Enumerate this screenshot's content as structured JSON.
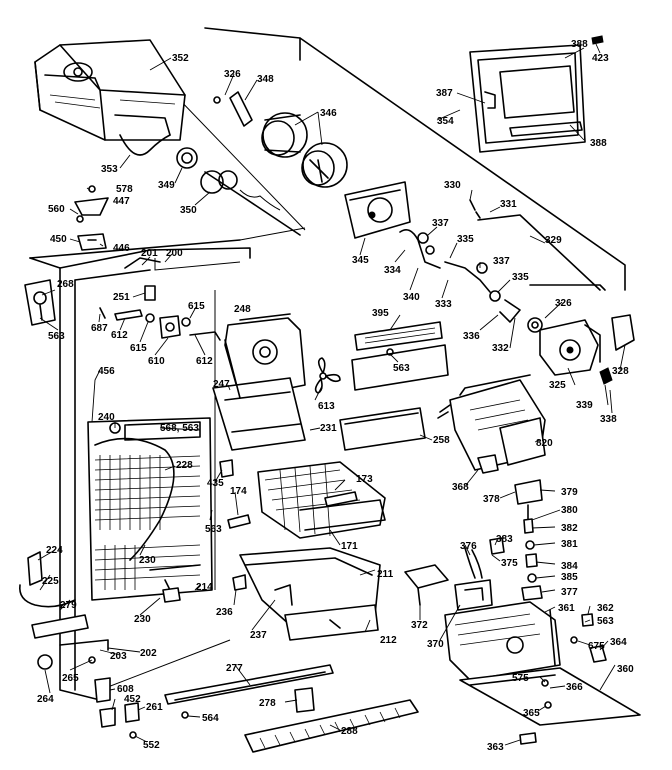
{
  "labels": {
    "l352": "352",
    "l326": "326",
    "l348": "348",
    "l346": "346",
    "l387": "387",
    "l388a": "388",
    "l423": "423",
    "l354": "354",
    "l388b": "388",
    "l353": "353",
    "l349": "349",
    "l350": "350",
    "l578": "578",
    "l447": "447",
    "l560": "560",
    "l450": "450",
    "l446": "446",
    "l201": "201",
    "l200": "200",
    "l345": "345",
    "l330": "330",
    "l331": "331",
    "l337a": "337",
    "l335a": "335",
    "l329": "329",
    "l334": "334",
    "l337b": "337",
    "l340": "340",
    "l333": "333",
    "l335b": "335",
    "l268": "268",
    "l251": "251",
    "l615a": "615",
    "l248": "248",
    "l563a": "563",
    "l687": "687",
    "l612a": "612",
    "l615b": "615",
    "l610": "610",
    "l612b": "612",
    "l395": "395",
    "l563b": "563",
    "l336": "336",
    "l332": "332",
    "l326b": "326",
    "l325": "325",
    "l328": "328",
    "l339": "339",
    "l338": "338",
    "l456": "456",
    "l247": "247",
    "l613": "613",
    "l231": "231",
    "l258": "258",
    "l820": "820",
    "l240": "240",
    "l568": "568, 563",
    "l228": "228",
    "l435": "435",
    "l173": "173",
    "l174": "174",
    "l368": "368",
    "l378": "378",
    "l379": "379",
    "l380": "380",
    "l382": "382",
    "l381": "381",
    "l563c": "563",
    "l171": "171",
    "l230a": "230",
    "l224": "224",
    "l376": "376",
    "l375": "375",
    "l383": "383",
    "l384": "384",
    "l385": "385",
    "l377": "377",
    "l211": "211",
    "l225": "225",
    "l214": "214",
    "l279": "279",
    "l236": "236",
    "l372": "372",
    "l361": "361",
    "l362": "362",
    "l563d": "563",
    "l230b": "230",
    "l237": "237",
    "l212": "212",
    "l370": "370",
    "l675": "675",
    "l364": "364",
    "l203": "203",
    "l202": "202",
    "l265": "265",
    "l277": "277",
    "l360": "360",
    "l264": "264",
    "l608": "608",
    "l575": "575",
    "l366": "366",
    "l452": "452",
    "l261": "261",
    "l278": "278",
    "l365": "365",
    "l564": "564",
    "l288": "288",
    "l552": "552",
    "l363": "363"
  }
}
